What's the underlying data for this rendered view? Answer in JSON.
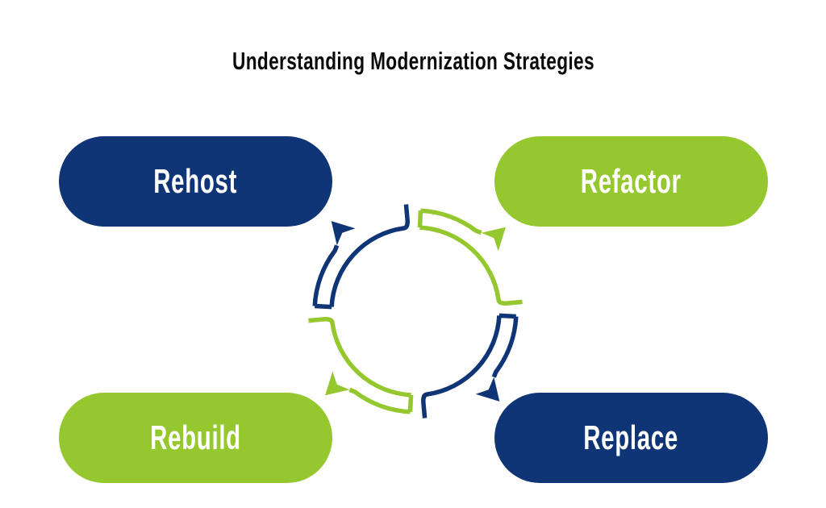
{
  "title": "Understanding Modernization Strategies",
  "colors": {
    "navy": "#0f3577",
    "green": "#95c72e",
    "background": "#ffffff",
    "title_text": "#0a0a0a",
    "pill_text": "#ffffff"
  },
  "pills": [
    {
      "id": "rehost",
      "label": "Rehost",
      "color": "navy",
      "position": "top-left"
    },
    {
      "id": "refactor",
      "label": "Refactor",
      "color": "green",
      "position": "top-right"
    },
    {
      "id": "rebuild",
      "label": "Rebuild",
      "color": "green",
      "position": "bottom-left"
    },
    {
      "id": "replace",
      "label": "Replace",
      "color": "navy",
      "position": "bottom-right"
    }
  ],
  "cycle": {
    "type": "circular-arrows",
    "direction": "clockwise",
    "arrows": [
      {
        "id": "to-rehost",
        "color": "navy",
        "points_to": "Rehost",
        "tail_angle_deg": 177
      },
      {
        "id": "to-refactor",
        "color": "green",
        "points_to": "Refactor",
        "tail_angle_deg": 87
      },
      {
        "id": "to-replace",
        "color": "navy",
        "points_to": "Replace",
        "tail_angle_deg": -3
      },
      {
        "id": "to-rebuild",
        "color": "green",
        "points_to": "Rebuild",
        "tail_angle_deg": -93
      }
    ]
  }
}
